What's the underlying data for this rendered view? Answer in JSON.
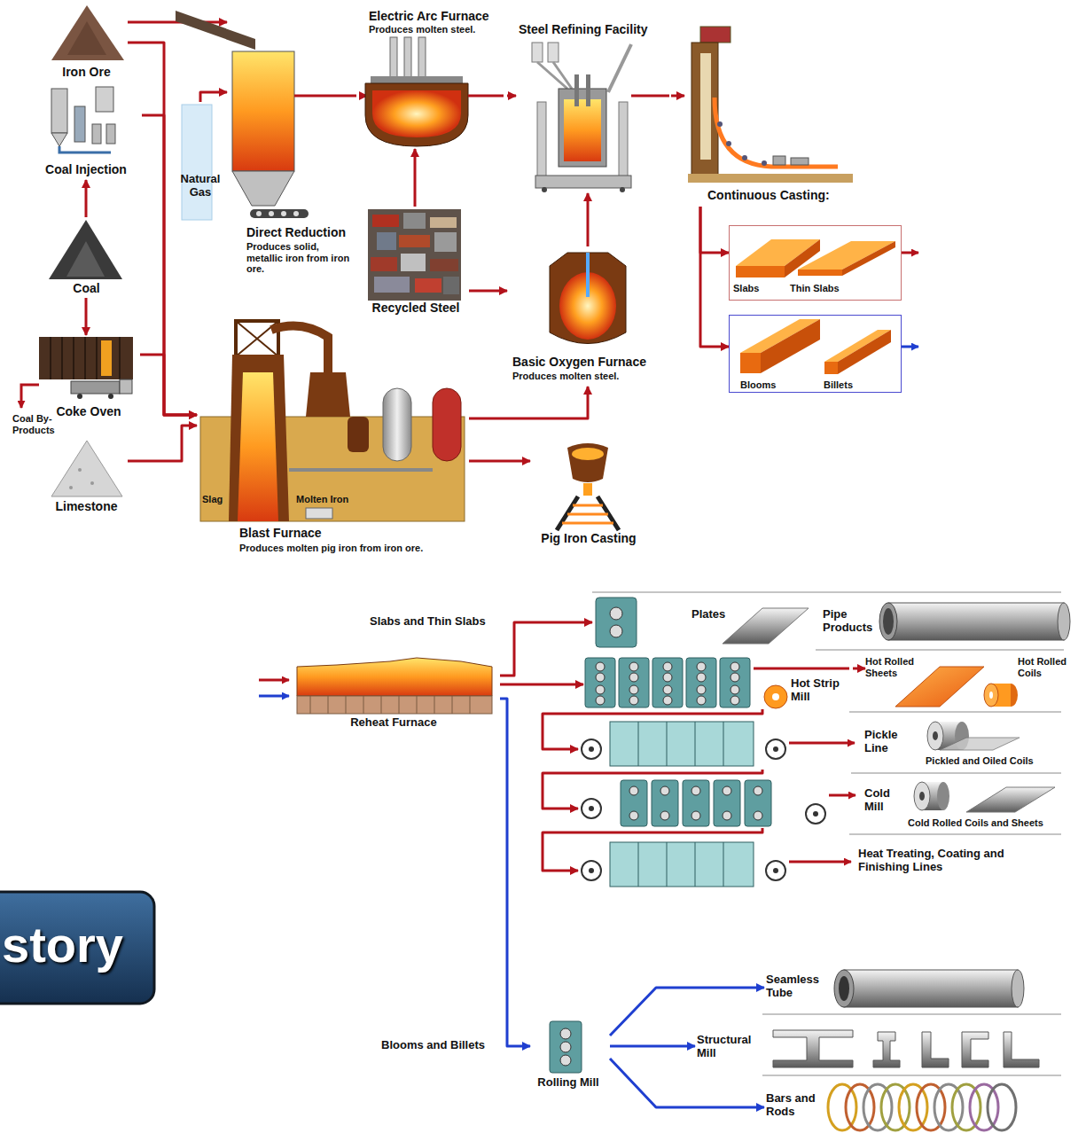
{
  "diagram": {
    "nodes": [
      {
        "text": [
          "Iron Ore"
        ]
      },
      {
        "text": [
          "Coal Injection"
        ]
      },
      {
        "text": [
          "Coal"
        ]
      },
      {
        "text": [
          "Coke Oven"
        ]
      },
      {
        "text": [
          "Limestone"
        ]
      },
      {
        "text": [
          "Natural Gas"
        ]
      },
      {
        "text": [
          "Direct Reduction",
          "Produces solid, metallic iron from iron ore."
        ]
      },
      {
        "text": [
          "Electric Arc Furnace",
          "Produces molten steel."
        ]
      },
      {
        "text": [
          "Recycled Steel"
        ]
      },
      {
        "text": [
          "Steel Refining Facility"
        ]
      },
      {
        "text": [
          "Basic Oxygen Furnace",
          "Produces molten steel."
        ]
      },
      {
        "text": [
          "Blast Furnace",
          "Produces molten pig iron from iron ore."
        ]
      },
      {
        "text": [
          "Pig Iron Casting"
        ]
      },
      {
        "text": [
          "Continuous Casting:"
        ]
      },
      {
        "text": [
          "Slabs",
          "Thin Slabs"
        ]
      },
      {
        "text": [
          "Blooms",
          "Billets"
        ]
      },
      {
        "text": [
          "Reheat Furnace"
        ]
      },
      {
        "text": [
          "Plates"
        ]
      },
      {
        "text": [
          "Pipe Products"
        ]
      },
      {
        "text": [
          "Hot Strip Mill"
        ]
      },
      {
        "text": [
          "Hot Rolled Sheets",
          "Hot Rolled Coils"
        ]
      },
      {
        "text": [
          "Pickle Line"
        ]
      },
      {
        "text": [
          "Pickled and Oiled Coils"
        ]
      },
      {
        "text": [
          "Cold Mill"
        ]
      },
      {
        "text": [
          "Cold Rolled Coils and Sheets"
        ]
      },
      {
        "text": [
          "Heat Treating, Coating and Finishing Lines"
        ]
      },
      {
        "text": [
          "Rolling Mill"
        ]
      },
      {
        "text": [
          "Seamless Tube"
        ]
      },
      {
        "text": [
          "Structural Mill"
        ]
      },
      {
        "text": [
          "Bars and Rods"
        ]
      }
    ],
    "edges": [
      {
        "from": 0,
        "to": 6,
        "arrow": "to"
      },
      {
        "from": 0,
        "to": 11,
        "arrow": "to"
      },
      {
        "from": 1,
        "to": 11,
        "arrow": "to"
      },
      {
        "from": 2,
        "to": 1,
        "arrow": "to"
      },
      {
        "from": 2,
        "to": 3,
        "arrow": "to"
      },
      {
        "from": 3,
        "to": 11,
        "arrow": "to"
      },
      {
        "from": 4,
        "to": 11,
        "arrow": "to"
      },
      {
        "from": 5,
        "to": 6,
        "arrow": "to"
      },
      {
        "from": 6,
        "to": 7,
        "arrow": "to"
      },
      {
        "from": 8,
        "to": 7,
        "arrow": "to"
      },
      {
        "from": 8,
        "to": 10,
        "arrow": "to"
      },
      {
        "from": 11,
        "to": 10,
        "arrow": "to"
      },
      {
        "from": 11,
        "to": 12,
        "arrow": "to"
      },
      {
        "from": 7,
        "to": 9,
        "arrow": "to"
      },
      {
        "from": 10,
        "to": 9,
        "arrow": "to"
      },
      {
        "from": 9,
        "to": 13,
        "arrow": "to"
      },
      {
        "from": 13,
        "to": 14,
        "arrow": "to"
      },
      {
        "from": 13,
        "to": 15,
        "arrow": "to"
      },
      {
        "from": 16,
        "to": 17,
        "arrow": "to"
      },
      {
        "from": 16,
        "to": 19,
        "arrow": "to"
      },
      {
        "from": 16,
        "to": 26,
        "arrow": "to"
      },
      {
        "from": 19,
        "to": 20,
        "arrow": "to"
      },
      {
        "from": 19,
        "to": 21,
        "arrow": "to"
      },
      {
        "from": 21,
        "to": 23,
        "arrow": "to"
      },
      {
        "from": 23,
        "to": 25,
        "arrow": "to"
      },
      {
        "from": 26,
        "to": 27,
        "arrow": "to"
      },
      {
        "from": 26,
        "to": 28,
        "arrow": "to"
      },
      {
        "from": 26,
        "to": 29,
        "arrow": "to"
      }
    ],
    "labels": [
      "Coal By-Products",
      "Slag",
      "Molten Iron",
      "Slabs and Thin Slabs",
      "Blooms and Billets",
      "story"
    ]
  }
}
